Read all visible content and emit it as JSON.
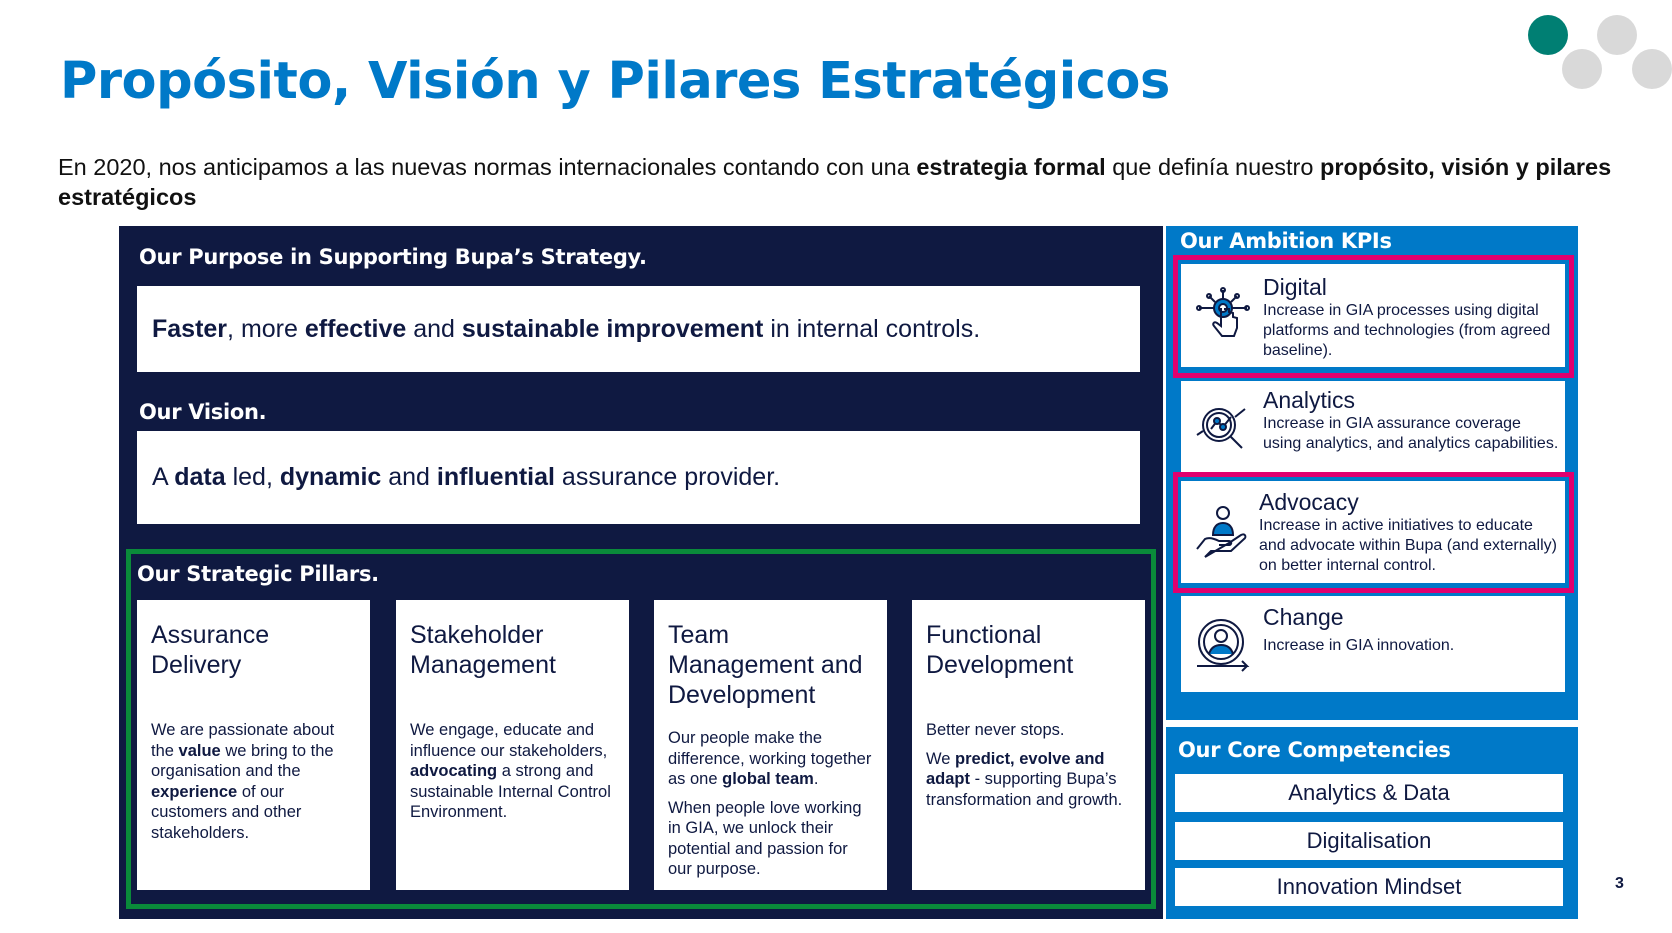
{
  "title": "Propósito, Visión y Pilares Estratégicos",
  "intro": {
    "t1": "En 2020, nos anticipamos a las nuevas normas internacionales contando con una ",
    "b1": "estrategia formal",
    "t2": " que definía nuestro ",
    "b2": "propósito, visión y pilares estratégicos"
  },
  "purpose": {
    "heading": "Our Purpose in Supporting Bupa’s Strategy.",
    "b1": "Faster",
    "t1": ", more ",
    "b2": "effective",
    "t2": " and ",
    "b3": "sustainable improvement",
    "t3": " in internal controls."
  },
  "vision": {
    "heading": "Our Vision.",
    "t0": "A ",
    "b1": "data",
    "t1": " led, ",
    "b2": "dynamic",
    "t2": " and ",
    "b3": "influential",
    "t3": " assurance provider."
  },
  "pillars": {
    "heading": "Our Strategic Pillars.",
    "items": [
      {
        "title": "Assurance Delivery",
        "p1a": "We are passionate about the ",
        "p1b": "value",
        "p1c": " we bring to the organisation and the ",
        "p1d": "experience",
        "p1e": " of our customers and other stakeholders."
      },
      {
        "title": "Stakeholder Management",
        "p1a": "We engage, educate and influence our stakeholders, ",
        "p1b": "advocating",
        "p1c": " a strong and sustainable Internal Control Environment."
      },
      {
        "title": "Team Management and Development",
        "p1a": "Our people make the difference, working together as one ",
        "p1b": "global team",
        "p1c": ".",
        "p2": "When people love working in GIA, we unlock their potential and passion for our purpose."
      },
      {
        "title": "Functional Development",
        "p1": "Better never stops.",
        "p2a": "We ",
        "p2b": "predict, evolve and adapt",
        "p2c": " - supporting Bupa’s transformation and growth."
      }
    ]
  },
  "kpis": {
    "heading": "Our Ambition KPIs",
    "items": [
      {
        "title": "Digital",
        "desc": "Increase in GIA processes using digital platforms and technologies (from agreed baseline).",
        "icon": "touch-network-icon"
      },
      {
        "title": "Analytics",
        "desc": "Increase in GIA assurance coverage using analytics, and analytics capabilities.",
        "icon": "magnifier-chart-icon"
      },
      {
        "title": "Advocacy",
        "desc": "Increase in active initiatives to educate and advocate within Bupa (and externally) on better internal control.",
        "icon": "hand-person-icon"
      },
      {
        "title": "Change",
        "desc": "Increase in GIA innovation.",
        "icon": "person-cycle-icon"
      }
    ]
  },
  "core": {
    "heading": "Our Core Competencies",
    "items": [
      "Analytics & Data",
      "Digitalisation",
      "Innovation Mindset"
    ]
  },
  "page_number": "3",
  "colors": {
    "navy": "#0f1941",
    "blue": "#0079c8",
    "pink": "#e0006e",
    "green": "#0a8a3a",
    "teal": "#007f73"
  }
}
